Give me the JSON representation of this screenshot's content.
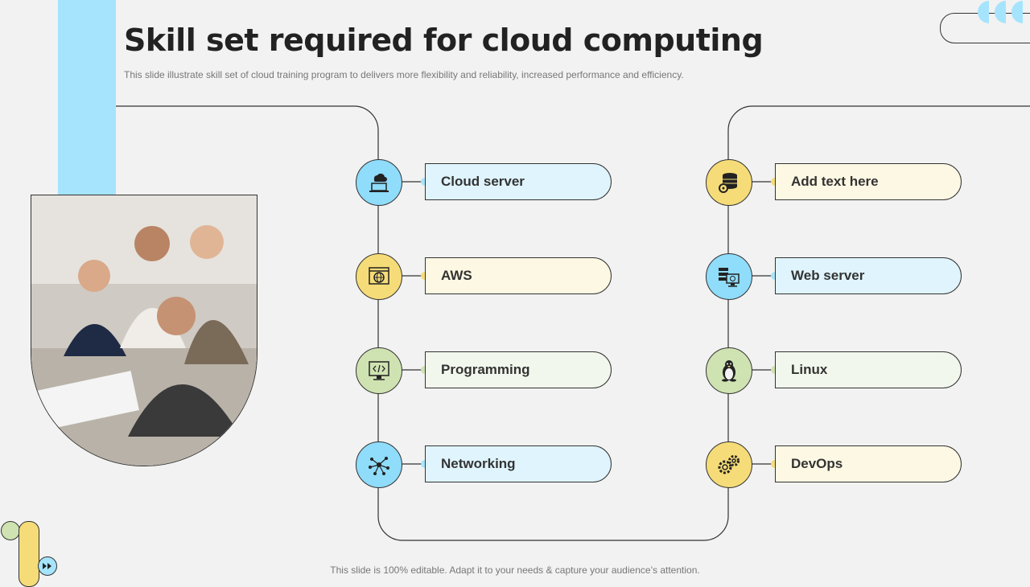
{
  "slide": {
    "title": "Skill set required for cloud computing",
    "subtitle": "This slide illustrate skill set of cloud training program to delivers more flexibility and reliability, increased performance and efficiency.",
    "footer": "This slide is 100% editable. Adapt it to your needs & capture your audience’s attention."
  },
  "colors": {
    "accent_blue": "#a6e4fd",
    "accent_yellow": "#f6dc78",
    "accent_green": "#cfe3b2",
    "background": "#f2f2f2"
  },
  "skills_left": [
    {
      "label": "Cloud server",
      "icon": "cloud-laptop-icon",
      "color": "blue"
    },
    {
      "label": "AWS",
      "icon": "globe-monitor-icon",
      "color": "yellow"
    },
    {
      "label": "Programming",
      "icon": "code-monitor-icon",
      "color": "green"
    },
    {
      "label": "Networking",
      "icon": "network-nodes-icon",
      "color": "blue"
    }
  ],
  "skills_right": [
    {
      "label": "Add text here",
      "icon": "database-gear-icon",
      "color": "yellow"
    },
    {
      "label": "Web server",
      "icon": "server-monitor-icon",
      "color": "blue"
    },
    {
      "label": "Linux",
      "icon": "penguin-icon",
      "color": "green"
    },
    {
      "label": "DevOps",
      "icon": "gears-icon",
      "color": "yellow"
    }
  ]
}
